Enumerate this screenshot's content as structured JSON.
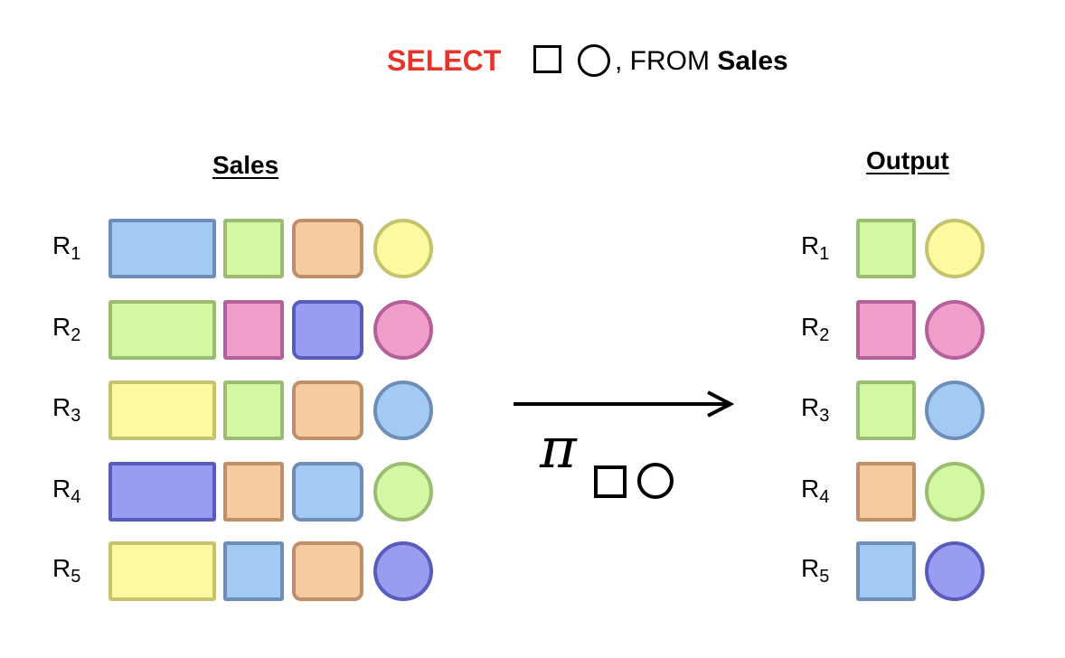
{
  "query": {
    "keyword": "SELECT",
    "from_text": ", FROM ",
    "table_name": "Sales"
  },
  "projection_symbol": "π",
  "colors": {
    "blue": "#a3c9f5",
    "green": "#d4f7a3",
    "orange": "#f6cba0",
    "yellow": "#fbfaa0",
    "pink": "#f09dc9",
    "purple": "#9a9cf2",
    "select_red": "#e8332b"
  },
  "sales": {
    "title": "Sales",
    "rows": [
      {
        "label": "R",
        "sub": "1",
        "cells": [
          "blue",
          "green",
          "orange",
          "yellow"
        ]
      },
      {
        "label": "R",
        "sub": "2",
        "cells": [
          "green",
          "pink",
          "purple",
          "pink"
        ]
      },
      {
        "label": "R",
        "sub": "3",
        "cells": [
          "yellow",
          "green",
          "orange",
          "blue"
        ]
      },
      {
        "label": "R",
        "sub": "4",
        "cells": [
          "purple",
          "orange",
          "blue",
          "green"
        ]
      },
      {
        "label": "R",
        "sub": "5",
        "cells": [
          "yellow",
          "blue",
          "orange",
          "purple"
        ]
      }
    ]
  },
  "output": {
    "title": "Output",
    "rows": [
      {
        "label": "R",
        "sub": "1",
        "cells": [
          "green",
          "yellow"
        ]
      },
      {
        "label": "R",
        "sub": "2",
        "cells": [
          "pink",
          "pink"
        ]
      },
      {
        "label": "R",
        "sub": "3",
        "cells": [
          "green",
          "blue"
        ]
      },
      {
        "label": "R",
        "sub": "4",
        "cells": [
          "orange",
          "green"
        ]
      },
      {
        "label": "R",
        "sub": "5",
        "cells": [
          "blue",
          "purple"
        ]
      }
    ]
  }
}
